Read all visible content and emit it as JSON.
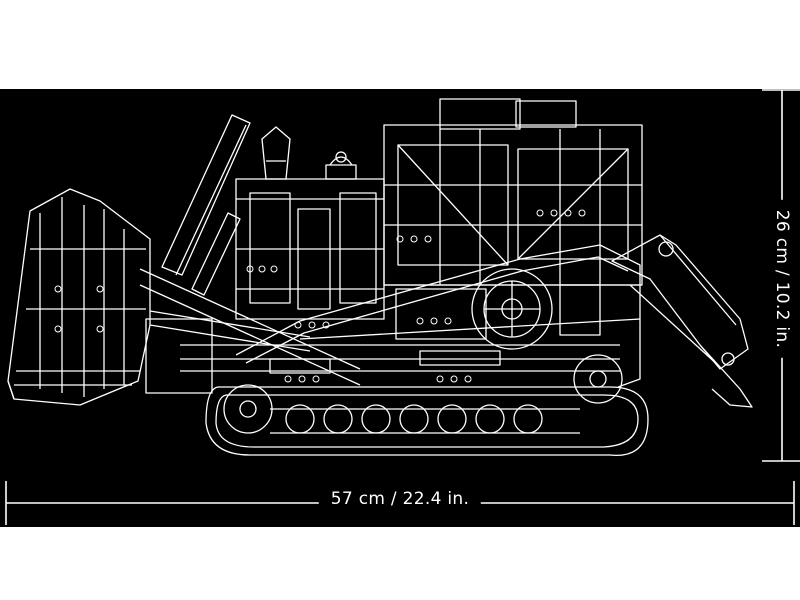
{
  "dimensions": {
    "width_label": "57 cm / 22.4 in.",
    "height_label": "26 cm / 10.2 in."
  },
  "colors": {
    "background": "#000000",
    "line": "#ffffff",
    "page": "#ffffff"
  },
  "subject_icon": "bulldozer-line-drawing"
}
